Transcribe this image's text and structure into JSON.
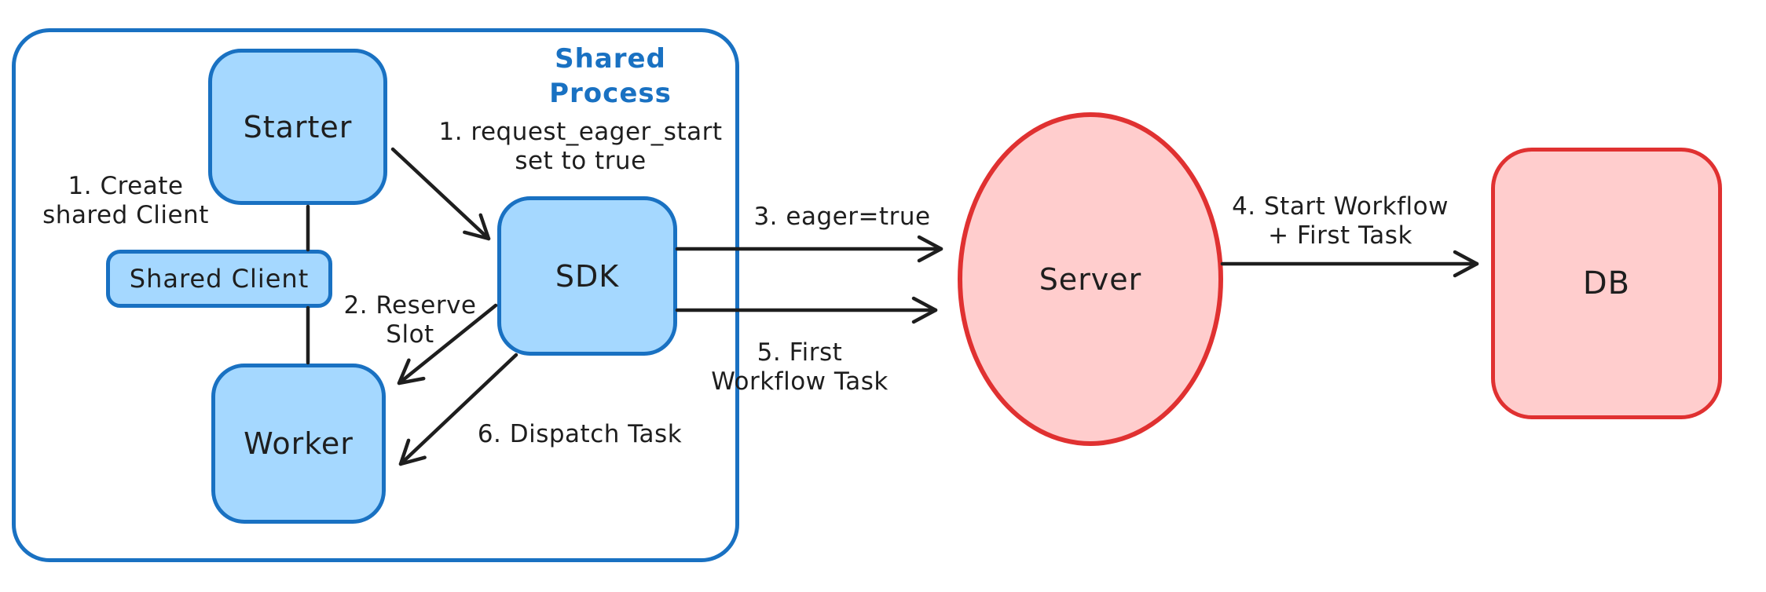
{
  "container_title": "Shared Process",
  "nodes": {
    "starter": "Starter",
    "shared_client": "Shared Client",
    "worker": "Worker",
    "sdk": "SDK",
    "server": "Server",
    "db": "DB"
  },
  "annotations": {
    "create_shared_client": "1. Create\nshared Client",
    "request_eager_start": "1. request_eager_start\nset to true",
    "reserve_slot": "2. Reserve\nSlot",
    "eager_true": "3. eager=true",
    "start_workflow_first_task": "4. Start Workflow\n+ First Task",
    "first_workflow_task": "5. First\nWorkflow Task",
    "dispatch_task": "6. Dispatch Task"
  },
  "colors": {
    "blue_stroke": "#1971c2",
    "blue_fill": "#a5d8ff",
    "red_stroke": "#e03131",
    "red_fill": "#ffcdcd",
    "line": "#1e1e1e",
    "background": "#ffffff"
  }
}
